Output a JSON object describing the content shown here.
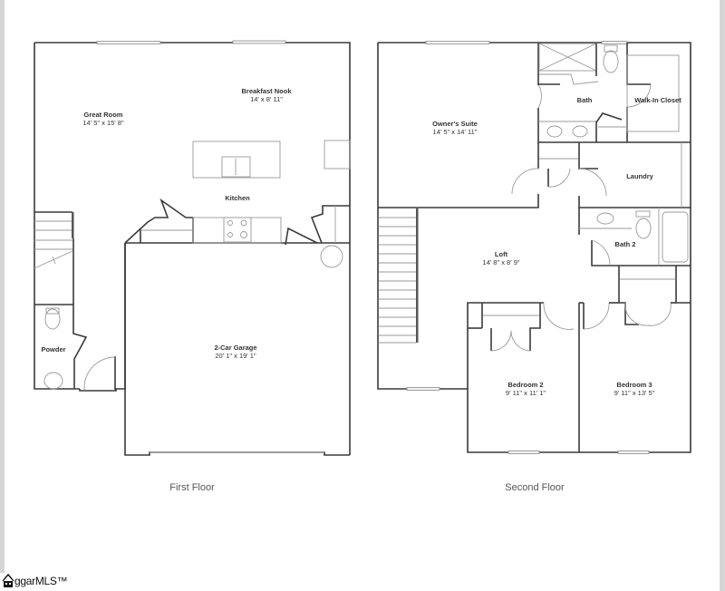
{
  "floors": [
    {
      "label": "First Floor",
      "rooms": [
        {
          "name": "Great Room",
          "dims": "14' 5\" x 15' 8\""
        },
        {
          "name": "Breakfast Nook",
          "dims": "14' x 8' 11\""
        },
        {
          "name": "Kitchen",
          "dims": ""
        },
        {
          "name": "Powder",
          "dims": ""
        },
        {
          "name": "2-Car Garage",
          "dims": "20' 1\" x 19' 1\""
        }
      ]
    },
    {
      "label": "Second Floor",
      "rooms": [
        {
          "name": "Owner's Suite",
          "dims": "14' 5\" x 14' 11\""
        },
        {
          "name": "Bath",
          "dims": ""
        },
        {
          "name": "Walk-In Closet",
          "dims": ""
        },
        {
          "name": "Laundry",
          "dims": ""
        },
        {
          "name": "Bath 2",
          "dims": ""
        },
        {
          "name": "Loft",
          "dims": "14' 8\" x 8' 9\""
        },
        {
          "name": "Bedroom 2",
          "dims": "9' 11\" x 11' 1\""
        },
        {
          "name": "Bedroom 3",
          "dims": "9' 11\" x 13' 5\""
        }
      ]
    }
  ],
  "watermark": {
    "text": "ggarMLS™",
    "icon": "house-icon"
  },
  "colors": {
    "wall": "#3a3a3a",
    "fixture": "#9a9a9a",
    "background": "#ffffff",
    "edge": "#d6d6d6"
  }
}
